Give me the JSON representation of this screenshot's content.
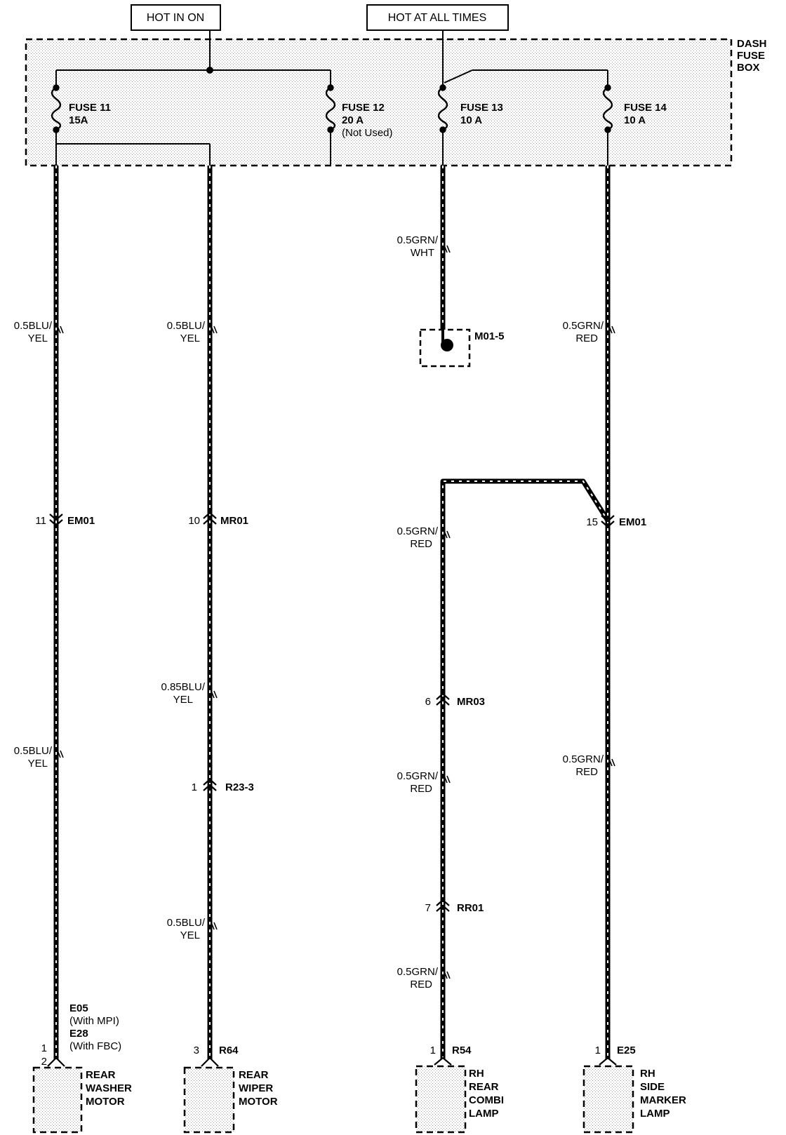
{
  "headers": {
    "hot_in_on": "HOT IN ON",
    "hot_at_all_times": "HOT AT ALL TIMES"
  },
  "fuse_box": {
    "label": [
      "DASH",
      "FUSE",
      "BOX"
    ],
    "fuses": [
      {
        "name": "FUSE 11",
        "rating": "15A",
        "note": ""
      },
      {
        "name": "FUSE 12",
        "rating": "20 A",
        "note": "(Not Used)"
      },
      {
        "name": "FUSE 13",
        "rating": "10 A",
        "note": ""
      },
      {
        "name": "FUSE 14",
        "rating": "10 A",
        "note": ""
      }
    ]
  },
  "wires": {
    "c1_top": [
      "0.5BLU/",
      "YEL"
    ],
    "c1_bottom": [
      "0.5BLU/",
      "YEL"
    ],
    "c2_top": [
      "0.5BLU/",
      "YEL"
    ],
    "c2_mid": [
      "0.85BLU/",
      "YEL"
    ],
    "c2_bottom": [
      "0.5BLU/",
      "YEL"
    ],
    "c3_top": [
      "0.5GRN/",
      "WHT"
    ],
    "c3_a": [
      "0.5GRN/",
      "RED"
    ],
    "c3_b": [
      "0.5GRN/",
      "RED"
    ],
    "c3_c": [
      "0.5GRN/",
      "RED"
    ],
    "c4_top": [
      "0.5GRN/",
      "RED"
    ],
    "c4_bottom": [
      "0.5GRN/",
      "RED"
    ]
  },
  "connectors": {
    "em01_11": {
      "pin": "11",
      "name": "EM01"
    },
    "mr01_10": {
      "pin": "10",
      "name": "MR01"
    },
    "r23_1": {
      "pin": "1",
      "name": "R23-3"
    },
    "mr03_6": {
      "pin": "6",
      "name": "MR03"
    },
    "rr01_7": {
      "pin": "7",
      "name": "RR01"
    },
    "em01_15": {
      "pin": "15",
      "name": "EM01"
    },
    "m01": {
      "name": "M01-5"
    }
  },
  "components": {
    "washer": {
      "pins": [
        "1",
        "2"
      ],
      "refs": [
        "E05",
        "(With MPI)",
        "E28",
        "(With FBC)"
      ],
      "name": [
        "REAR",
        "WASHER",
        "MOTOR"
      ]
    },
    "wiper": {
      "pin": "3",
      "ref": "R64",
      "name": [
        "REAR",
        "WIPER",
        "MOTOR"
      ]
    },
    "combi": {
      "pin": "1",
      "ref": "R54",
      "name": [
        "RH",
        "REAR",
        "COMBI",
        "LAMP"
      ]
    },
    "marker": {
      "pin": "1",
      "ref": "E25",
      "name": [
        "RH",
        "SIDE",
        "MARKER",
        "LAMP"
      ]
    }
  }
}
